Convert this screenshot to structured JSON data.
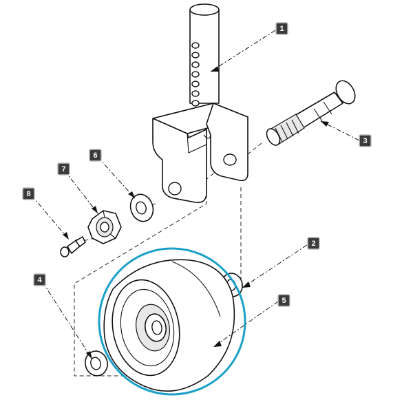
{
  "callouts": [
    {
      "label": "1"
    },
    {
      "label": "2"
    },
    {
      "label": "3"
    },
    {
      "label": "4"
    },
    {
      "label": "5"
    },
    {
      "label": "6"
    },
    {
      "label": "7"
    },
    {
      "label": "8"
    }
  ],
  "colors": {
    "highlight": "#1aa0c8",
    "callout_fill": "#3b3b3b",
    "line": "#111111"
  }
}
